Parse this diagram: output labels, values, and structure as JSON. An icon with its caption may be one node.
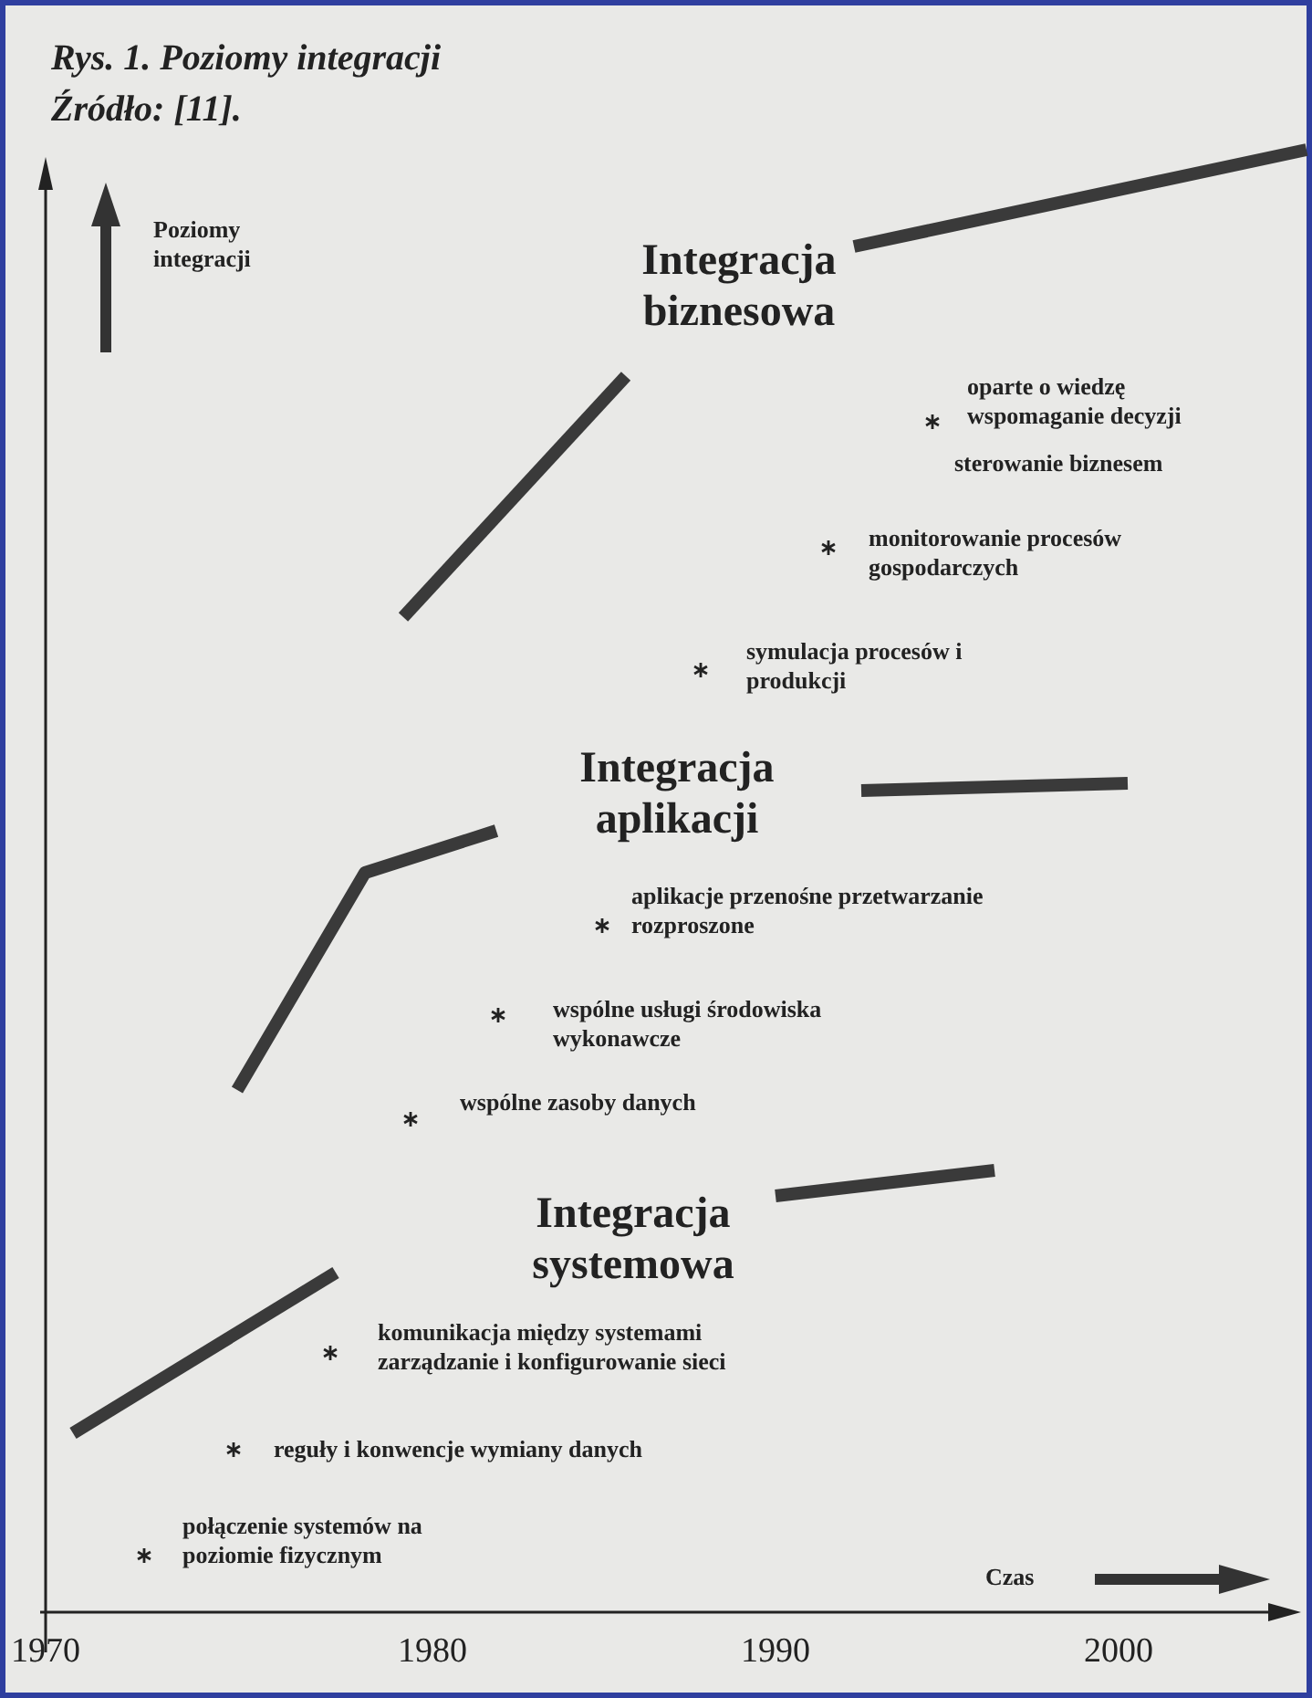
{
  "diagram": {
    "title": "Rys. 1. Poziomy integracji",
    "caption": "Źródło: [11].",
    "labels": [
      "Poziomy integracji",
      "Integracja biznesowa",
      "oparte o wiedzę wspomaganie decyzji",
      "sterowanie biznesem",
      "monitorowanie procesów gospodarczych",
      "symulacja procesów i produkcji",
      "Integracja aplikacji",
      "aplikacje przenośne przetwarzanie rozproszone",
      "wspólne usługi środowiska wykonawcze",
      "wspólne zasoby danych",
      "Integracja systemowa",
      "komunikacja między systemami zarządzanie i konfigurowanie sieci",
      "reguły i konwencje wymiany danych",
      "połączenie systemów na poziomie fizycznym",
      "Czas",
      "1970",
      "1980",
      "1990",
      "2000"
    ]
  }
}
